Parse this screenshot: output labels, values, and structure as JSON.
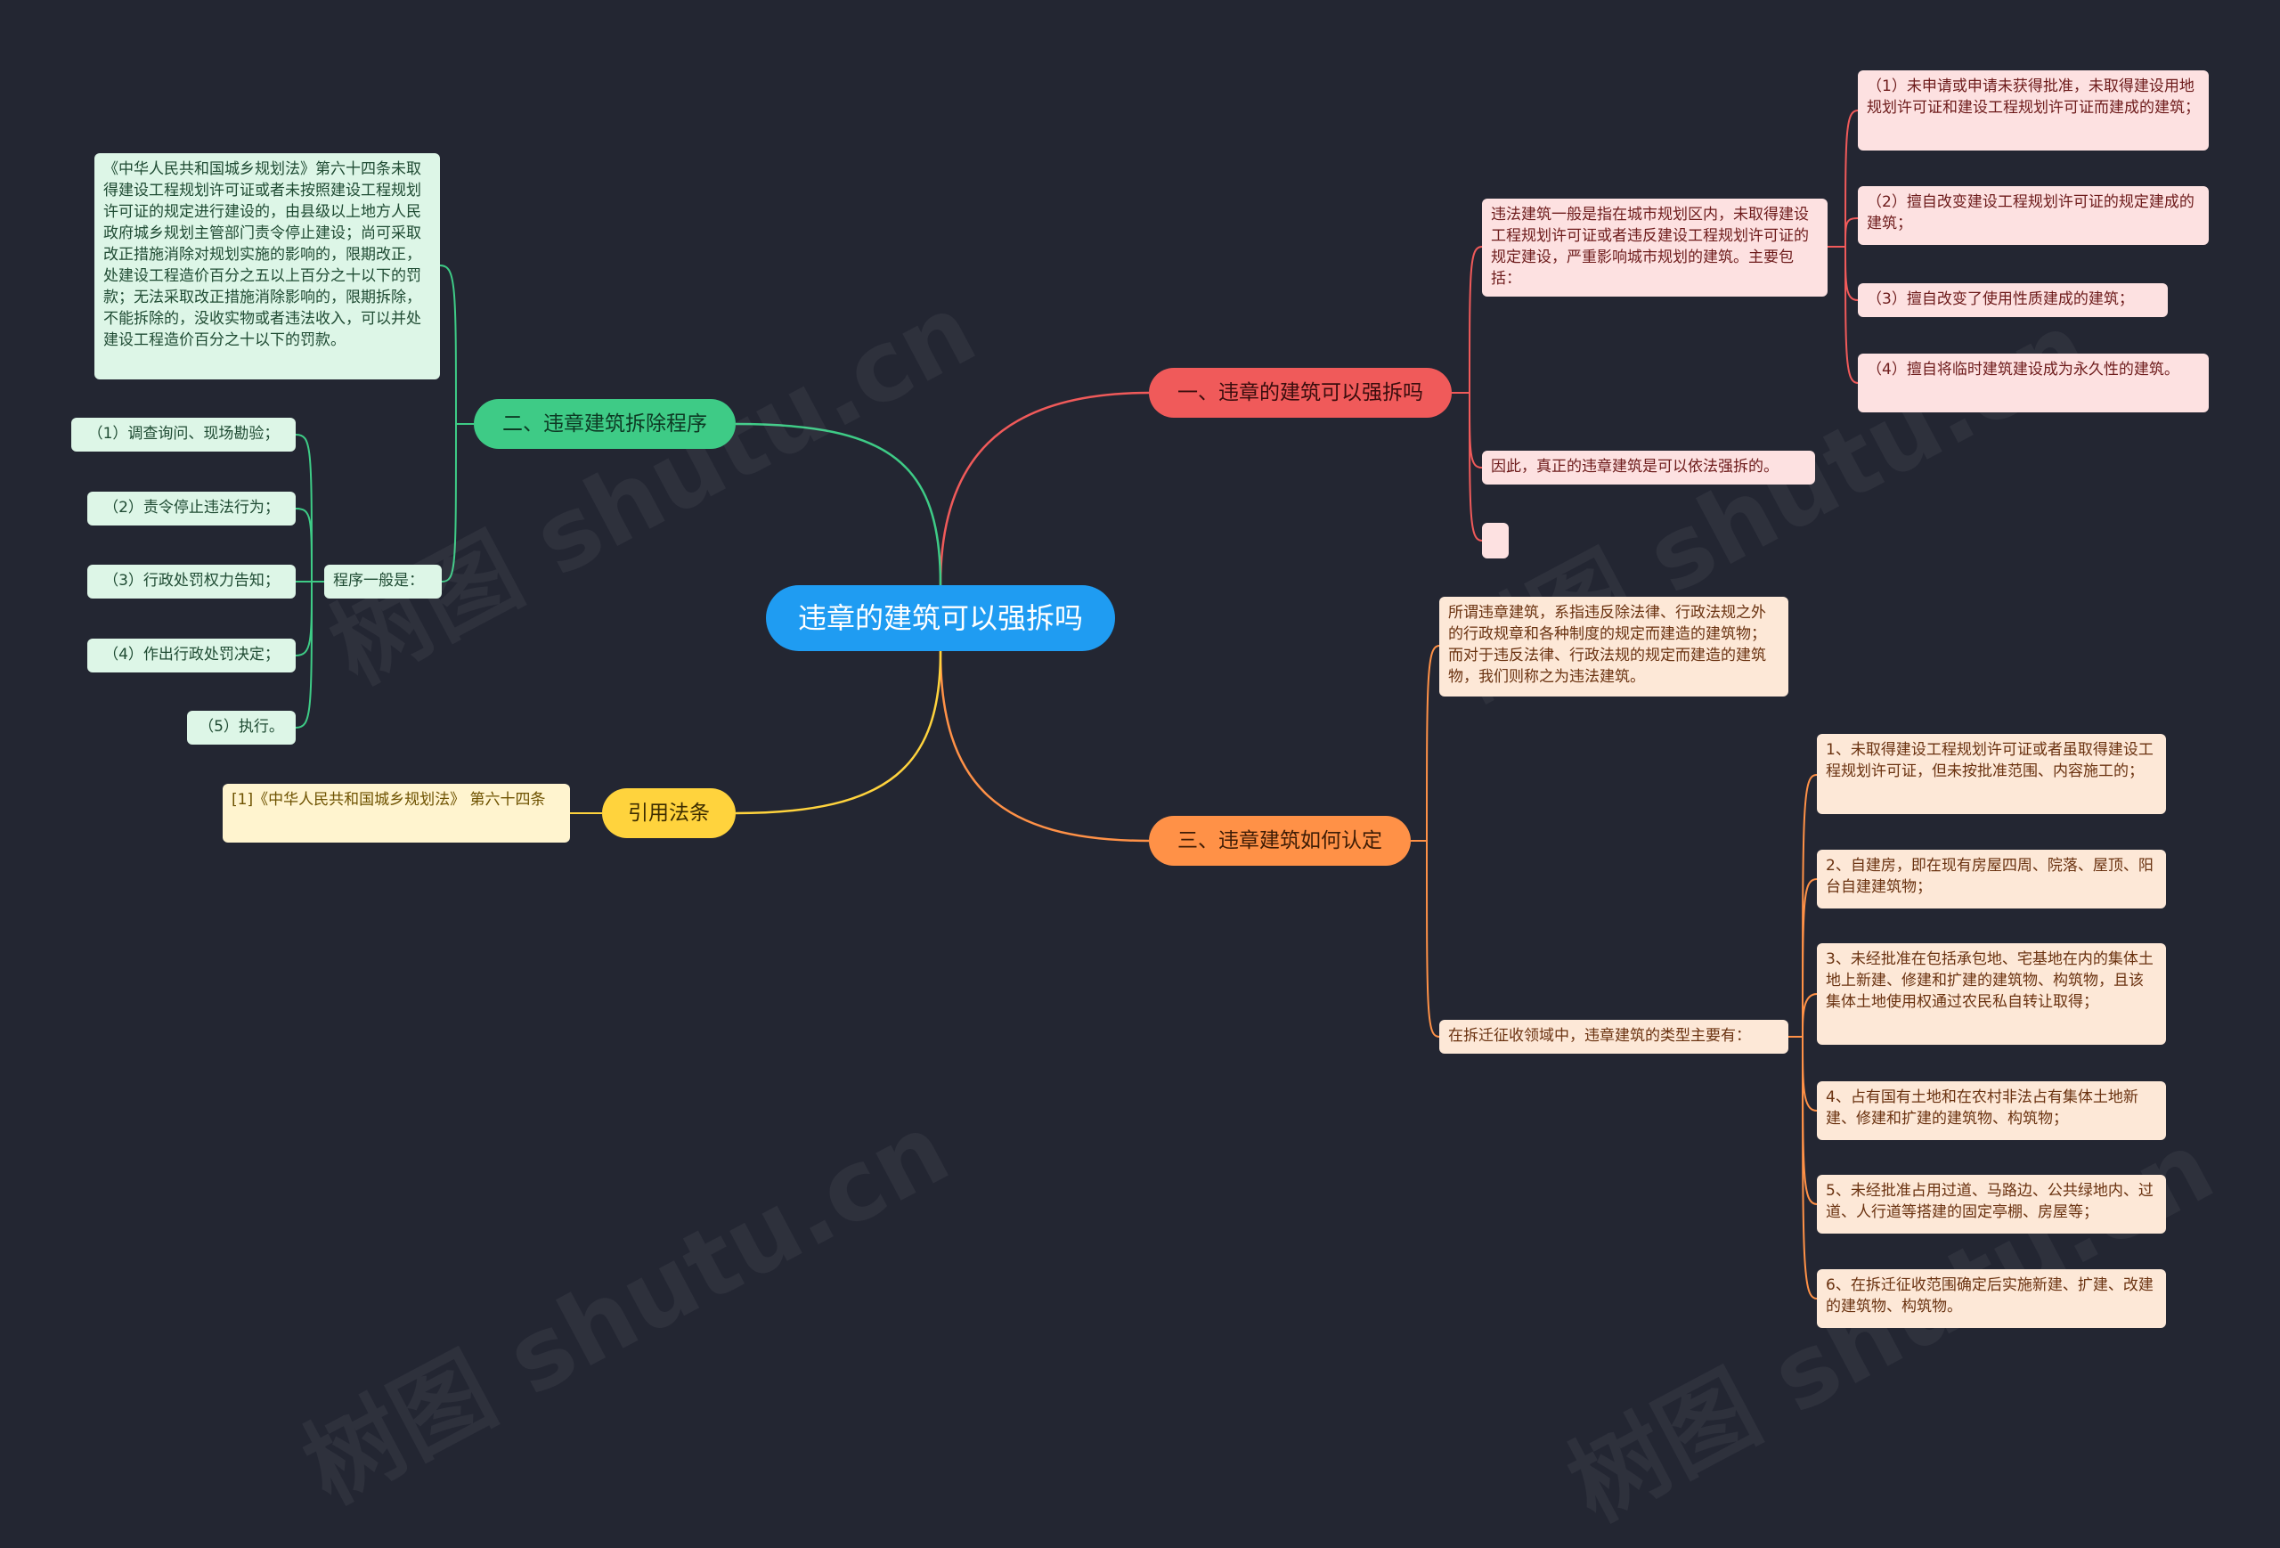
{
  "root": {
    "label": "违章的建筑可以强拆吗"
  },
  "branches": {
    "b1": {
      "label": "一、违章的建筑可以强拆吗",
      "intro": "违法建筑一般是指在城市规划区内，未取得建设工程规划许可证或者违反建设工程规划许可证的规定建设，严重影响城市规划的建筑。主要包括：",
      "items": [
        "（1）未申请或申请未获得批准，未取得建设用地规划许可证和建设工程规划许可证而建成的建筑；",
        "（2）擅自改变建设工程规划许可证的规定建成的建筑；",
        "（3）擅自改变了使用性质建成的建筑；",
        "（4）擅自将临时建筑建设成为永久性的建筑。"
      ],
      "conclusion": "因此，真正的违章建筑是可以依法强拆的。",
      "empty": ""
    },
    "b2": {
      "label": "二、违章建筑拆除程序",
      "law": "《中华人民共和国城乡规划法》第六十四条未取得建设工程规划许可证或者未按照建设工程规划许可证的规定进行建设的，由县级以上地方人民政府城乡规划主管部门责令停止建设；尚可采取改正措施消除对规划实施的影响的，限期改正，处建设工程造价百分之五以上百分之十以下的罚款；无法采取改正措施消除影响的，限期拆除，不能拆除的，没收实物或者违法收入，可以并处建设工程造价百分之十以下的罚款。",
      "proc_label": "程序一般是：",
      "steps": [
        "（1）调查询问、现场勘验；",
        "（2）责令停止违法行为；",
        "（3）行政处罚权力告知；",
        "（4）作出行政处罚决定；",
        "（5）执行。"
      ]
    },
    "b3": {
      "label": "三、违章建筑如何认定",
      "definition": "所谓违章建筑，系指违反除法律、行政法规之外的行政规章和各种制度的规定而建造的建筑物；而对于违反法律、行政法规的规定而建造的建筑物，我们则称之为违法建筑。",
      "types_label": "在拆迁征收领域中，违章建筑的类型主要有：",
      "types": [
        "1、未取得建设工程规划许可证或者虽取得建设工程规划许可证，但未按批准范围、内容施工的；",
        "2、自建房，即在现有房屋四周、院落、屋顶、阳台自建建筑物；",
        "3、未经批准在包括承包地、宅基地在内的集体土地上新建、修建和扩建的建筑物、构筑物，且该集体土地使用权通过农民私自转让取得；",
        "4、占有国有土地和在农村非法占有集体土地新建、修建和扩建的建筑物、构筑物；",
        "5、未经批准占用过道、马路边、公共绿地内、过道、人行道等搭建的固定亭棚、房屋等；",
        "6、在拆迁征收范围确定后实施新建、扩建、改建的建筑物、构筑物。"
      ]
    },
    "b4": {
      "label": "引用法条",
      "ref": "[1]《中华人民共和国城乡规划法》 第六十四条"
    }
  },
  "watermark": "树图 shutu.cn",
  "colors": {
    "background": "#232632",
    "root": "#1f9cf2",
    "red": "#f05a5a",
    "green": "#3ecb86",
    "orange": "#ff9147",
    "yellow": "#ffd33d"
  }
}
